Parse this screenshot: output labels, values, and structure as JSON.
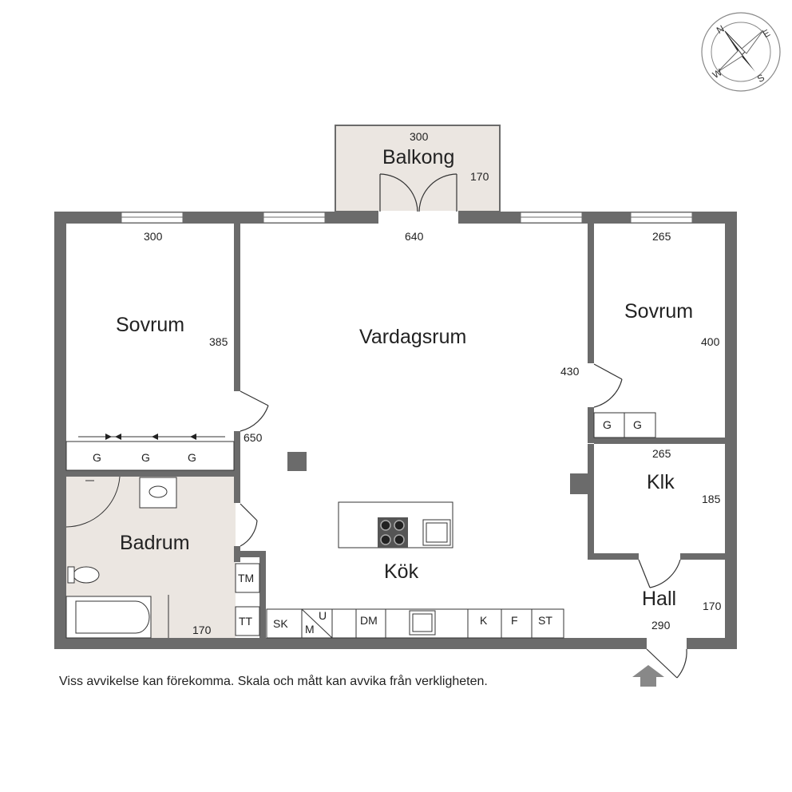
{
  "compass": {
    "n": "N",
    "e": "E",
    "s": "S",
    "w": "W"
  },
  "rooms": {
    "balkong": {
      "label": "Balkong",
      "width": "300",
      "depth": "170"
    },
    "sovrum_left": {
      "label": "Sovrum",
      "width": "300",
      "depth": "385"
    },
    "vardagsrum": {
      "label": "Vardagsrum",
      "width": "640",
      "depth": "430",
      "extra": "650"
    },
    "sovrum_right": {
      "label": "Sovrum",
      "width": "265",
      "depth": "400"
    },
    "klk": {
      "label": "Klk",
      "width": "265",
      "depth": "185"
    },
    "badrum": {
      "label": "Badrum",
      "width": "170"
    },
    "kok": {
      "label": "Kök"
    },
    "hall": {
      "label": "Hall",
      "width": "290",
      "depth": "170"
    }
  },
  "fixtures": {
    "wardrobe_left": [
      "G",
      "G",
      "G"
    ],
    "wardrobe_right": [
      "G",
      "G"
    ],
    "tm": "TM",
    "tt": "TT",
    "kitchen": {
      "sk": "SK",
      "m": "M",
      "u": "U",
      "dm": "DM",
      "k": "K",
      "f": "F",
      "st": "ST"
    }
  },
  "colors": {
    "wall": "#6b6b6b",
    "wet_floor": "#ebe6e1",
    "line": "#222222"
  },
  "disclaimer": "Viss avvikelse kan förekomma. Skala och mått kan avvika från verkligheten."
}
